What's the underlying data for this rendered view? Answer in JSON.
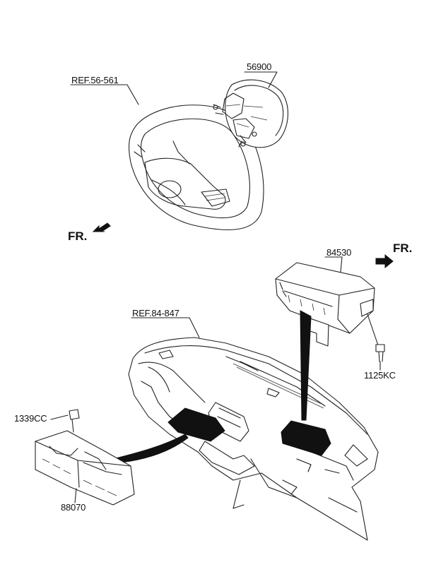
{
  "parts": {
    "airbag_module_driver": "56900",
    "steering_ref": "REF.56-561",
    "airbag_module_passenger": "84530",
    "bolt": "1125KC",
    "crash_pad_ref": "REF.84-847",
    "nut": "1339CC",
    "control_unit": "88070"
  },
  "direction_top": "FR.",
  "direction_right": "FR."
}
